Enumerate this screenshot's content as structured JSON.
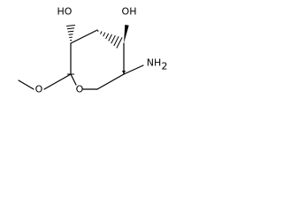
{
  "molecule": {
    "atom_labels": {
      "hydroxyl_left": "HO",
      "hydroxyl_right": "OH",
      "ring_oxygen": "O",
      "amine": "NH",
      "amine_subscript": "2"
    }
  }
}
